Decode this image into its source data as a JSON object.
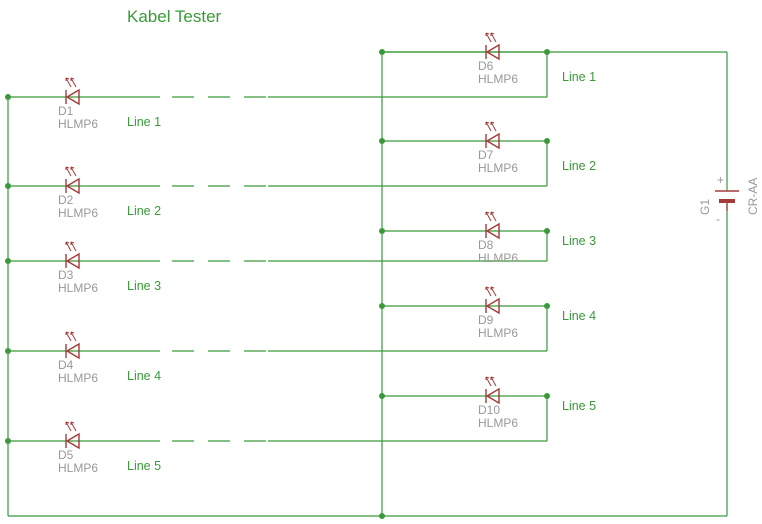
{
  "title": "Kabel Tester",
  "left_leds": [
    {
      "ref": "D1",
      "value": "HLMP6",
      "line": "Line 1"
    },
    {
      "ref": "D2",
      "value": "HLMP6",
      "line": "Line 2"
    },
    {
      "ref": "D3",
      "value": "HLMP6",
      "line": "Line 3"
    },
    {
      "ref": "D4",
      "value": "HLMP6",
      "line": "Line 4"
    },
    {
      "ref": "D5",
      "value": "HLMP6",
      "line": "Line 5"
    }
  ],
  "right_leds": [
    {
      "ref": "D6",
      "value": "HLMP6",
      "line": "Line 1"
    },
    {
      "ref": "D7",
      "value": "HLMP6",
      "line": "Line 2"
    },
    {
      "ref": "D8",
      "value": "HLMP6",
      "line": "Line 3"
    },
    {
      "ref": "D9",
      "value": "HLMP6",
      "line": "Line 4"
    },
    {
      "ref": "D10",
      "value": "HLMP6",
      "line": "Line 5"
    }
  ],
  "battery": {
    "ref": "G1",
    "value": "CR-AA",
    "plus": "+",
    "minus": "-"
  },
  "colors": {
    "wire": "#3a9a3a",
    "part": "#a53a3a",
    "label": "#999999"
  }
}
